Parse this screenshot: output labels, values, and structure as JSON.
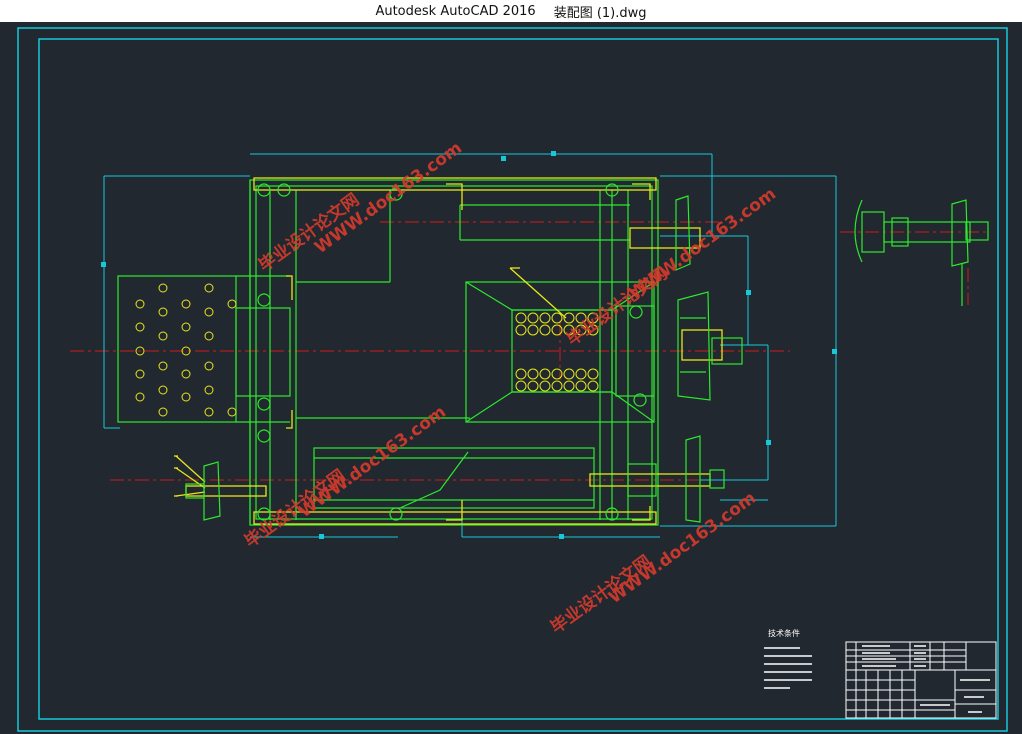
{
  "window": {
    "app_title": "Autodesk AutoCAD 2016",
    "file_name": "装配图 (1).dwg"
  },
  "colors": {
    "background": "#212830",
    "frame": "#17c8d8",
    "outline": "#2ee82e",
    "yellow": "#e8e81a",
    "centerline": "#d01c1c",
    "white": "#ffffff",
    "watermark": "#d93a2c"
  },
  "drawing": {
    "watermark_site": "WWW.doc163.com",
    "watermark_cn": "毕业设计论文网",
    "tech_title": "技术条件"
  }
}
